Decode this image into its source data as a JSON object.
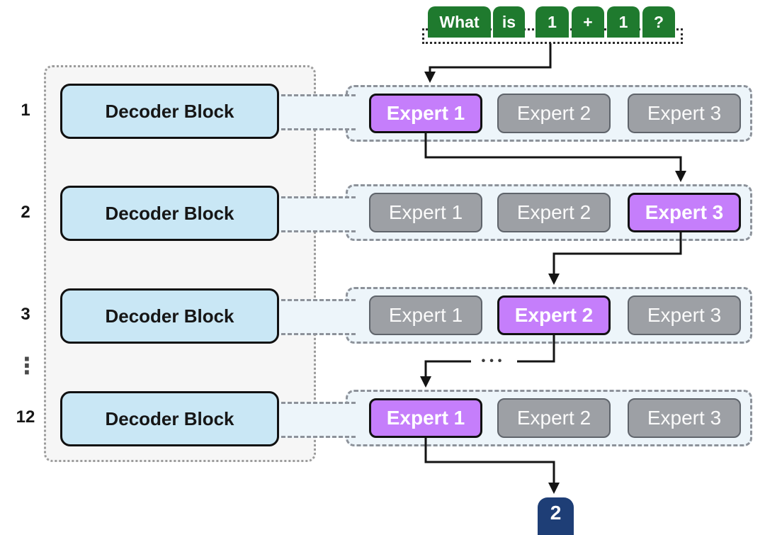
{
  "input": {
    "tokens": [
      "What",
      "is",
      "1",
      "+",
      "1",
      "?"
    ]
  },
  "output": {
    "token": "2"
  },
  "layers": [
    {
      "index": "1",
      "block": "Decoder Block",
      "experts": [
        {
          "label": "Expert 1",
          "selected": true
        },
        {
          "label": "Expert 2",
          "selected": false
        },
        {
          "label": "Expert 3",
          "selected": false
        }
      ]
    },
    {
      "index": "2",
      "block": "Decoder Block",
      "experts": [
        {
          "label": "Expert 1",
          "selected": false
        },
        {
          "label": "Expert 2",
          "selected": false
        },
        {
          "label": "Expert 3",
          "selected": true
        }
      ]
    },
    {
      "index": "3",
      "block": "Decoder Block",
      "experts": [
        {
          "label": "Expert 1",
          "selected": false
        },
        {
          "label": "Expert 2",
          "selected": true
        },
        {
          "label": "Expert 3",
          "selected": false
        }
      ]
    },
    {
      "index": "12",
      "block": "Decoder Block",
      "experts": [
        {
          "label": "Expert 1",
          "selected": true
        },
        {
          "label": "Expert 2",
          "selected": false
        },
        {
          "label": "Expert 3",
          "selected": false
        }
      ]
    }
  ],
  "ellipsis": {
    "vertical": "⋮",
    "horizontal": "•••"
  },
  "colors": {
    "token_green": "#1f7a2e",
    "expert_selected": "#c57efb",
    "expert_gray": "#9da0a5",
    "expert_gray_border": "#5f646b",
    "block_blue": "#c9e7f5",
    "output_navy": "#1e3e76",
    "row_bg": "#edf5fa",
    "container_bg": "#f6f6f6",
    "dash_gray": "#8d929a",
    "arrow_black": "#141414",
    "text_dark": "#161616"
  }
}
